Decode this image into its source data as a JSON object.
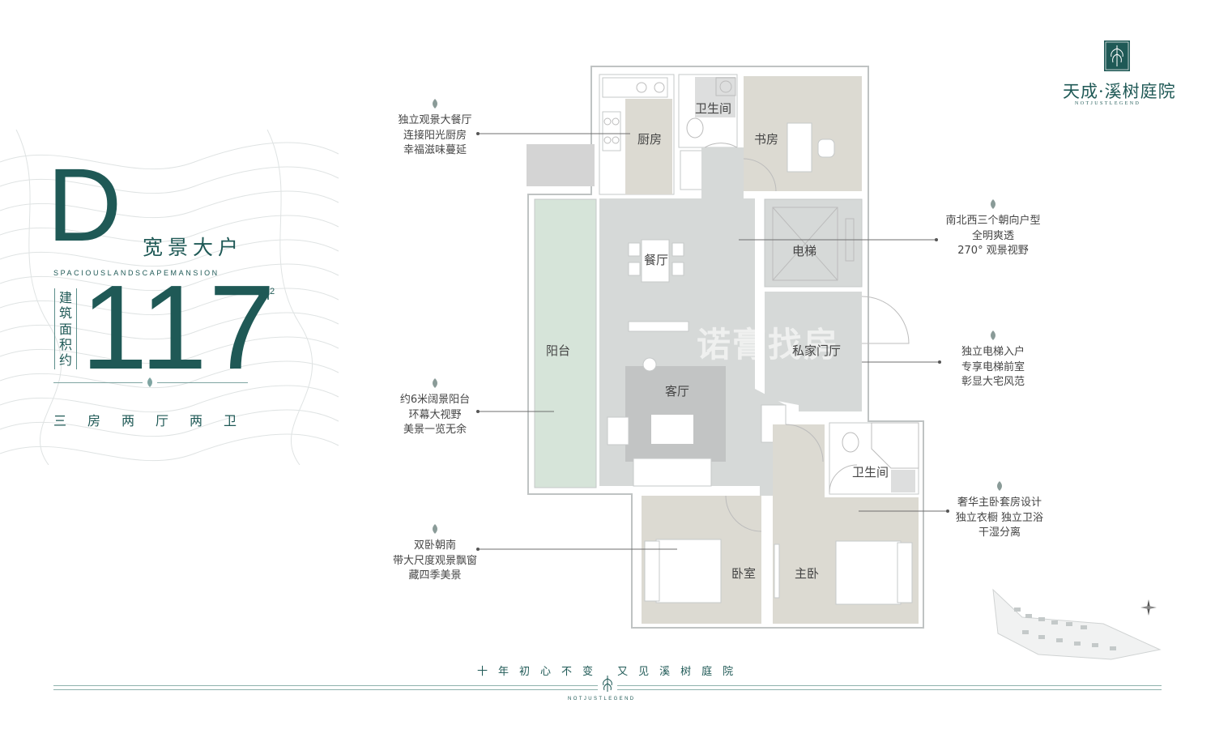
{
  "brand": {
    "name": "天成·溪树庭院",
    "en": "NOTJUSTLEGEND"
  },
  "unit": {
    "letter": "D",
    "name": "宽景大户",
    "name_en": "SPACIOUSLANDSCAPEMANSION",
    "area_label": [
      "建",
      "筑",
      "面",
      "积",
      "约"
    ],
    "area_value": "117",
    "area_unit": "m",
    "area_unit_sup": "2",
    "rooms": "三房两厅两卫"
  },
  "callouts": {
    "dining": [
      "独立观景大餐厅",
      "连接阳光厨房",
      "幸福滋味蔓延"
    ],
    "balcony": [
      "约6米阔景阳台",
      "环幕大视野",
      "美景一览无余"
    ],
    "bedrooms": [
      "双卧朝南",
      "带大尺度观景飘窗",
      "藏四季美景"
    ],
    "orientation": [
      "南北西三个朝向户型",
      "全明爽透",
      "270°  观景视野"
    ],
    "elevator": [
      "独立电梯入户",
      "专享电梯前室",
      "彰显大宅风范"
    ],
    "master": [
      "奢华主卧套房设计",
      "独立衣橱  独立卫浴",
      "干湿分离"
    ]
  },
  "rooms": {
    "kitchen": "厨房",
    "bath_top": "卫生间",
    "study": "书房",
    "dining": "餐厅",
    "elevator": "电梯",
    "balcony": "阳台",
    "foyer": "私家门厅",
    "living": "客厅",
    "bath_bottom": "卫生间",
    "bedroom": "卧室",
    "master": "主卧"
  },
  "watermark": "诺膏找房",
  "slogan": "十年初心不变  又见溪树庭院",
  "slogan_en": "NOTJUSTLEGEND",
  "colors": {
    "brand": "#1f5956",
    "floor": "#d6d9d8",
    "wood": "#dddbd2",
    "balcony": "#d8e5dc",
    "living_rug": "#c2c4c4"
  }
}
